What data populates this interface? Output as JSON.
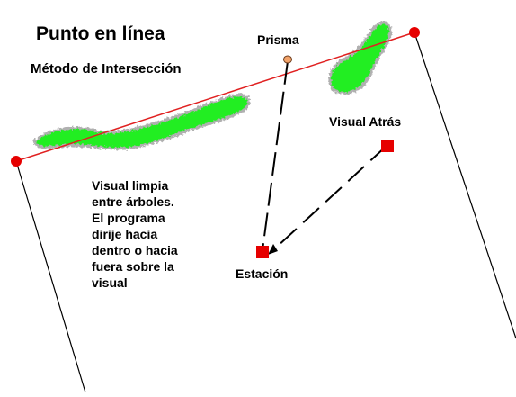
{
  "title": "Punto en línea",
  "subtitle": "Método de Intersección",
  "labels": {
    "prisma": "Prisma",
    "visual_atras": "Visual Atrás",
    "estacion": "Estación"
  },
  "note_lines": [
    "Visual limpia",
    "entre árboles.",
    "El programa",
    "dirije hacia",
    "dentro o hacia",
    "fuera sobre la",
    "visual"
  ],
  "colors": {
    "line_red": "#e02020",
    "point_red": "#e60000",
    "prism_orange": "#f2a36a",
    "trees_green": "#22ee22",
    "tree_outline": "#b0b0b0",
    "text": "#000000"
  }
}
